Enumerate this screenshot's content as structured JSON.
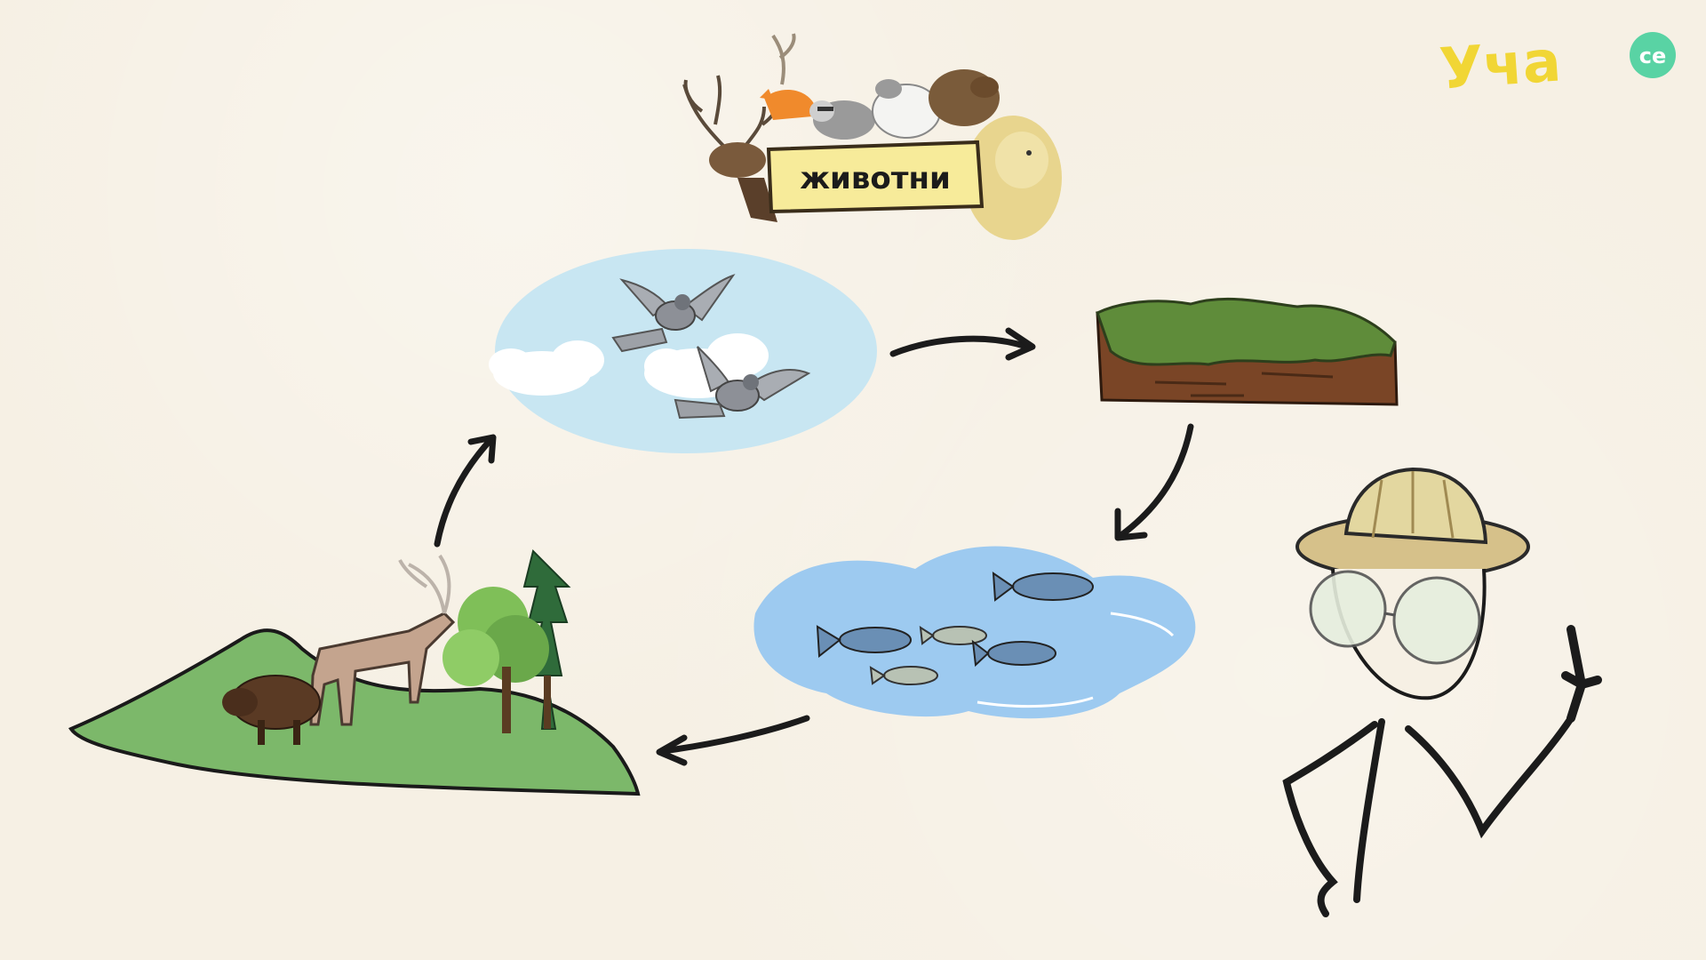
{
  "banner": {
    "label": "животни"
  },
  "logo": {
    "main_text": "Уча",
    "badge_text": "се",
    "main_color": "#f1d635",
    "badge_color": "#59d3a4"
  },
  "icons": {
    "animals_group": "animal-group-icon",
    "birds": "pigeon-icon",
    "soil": "soil-block-icon",
    "water": "fish-pond-icon",
    "land": "forest-hill-icon",
    "person": "explorer-figure-icon"
  },
  "colors": {
    "background": "#f6f0e4",
    "sky": "#c8e6f2",
    "water": "#9dcaf0",
    "grass": "#7cb86a",
    "soil": "#7a4526",
    "arrow": "#1b1b1b"
  }
}
